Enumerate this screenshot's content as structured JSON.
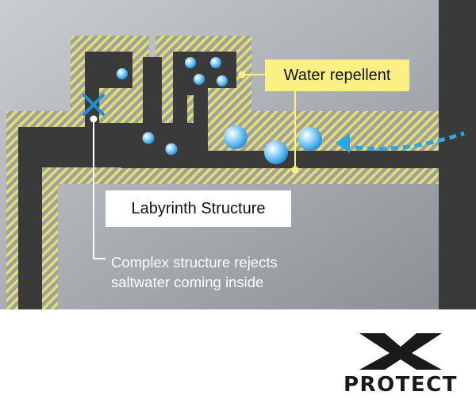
{
  "labels": {
    "water_repellent": "Water repellent",
    "labyrinth": "Labyrinth Structure",
    "description_line1": "Complex structure rejects",
    "description_line2": "saltwater coming inside"
  },
  "logo": {
    "word": "PROTECT",
    "emblem": "X"
  },
  "colors": {
    "background_top": "#c9cccf",
    "background_bottom": "#8c9095",
    "channel": "#3a3a3a",
    "hatch": "#e6df6a",
    "callout_fill": "#fbf083",
    "cross": "#1f8fd6",
    "flow_arrow": "#2aa6e8"
  },
  "icons": [
    "x-mark-icon",
    "water-drop-icon",
    "flow-arrow-icon",
    "x-protect-logo"
  ]
}
